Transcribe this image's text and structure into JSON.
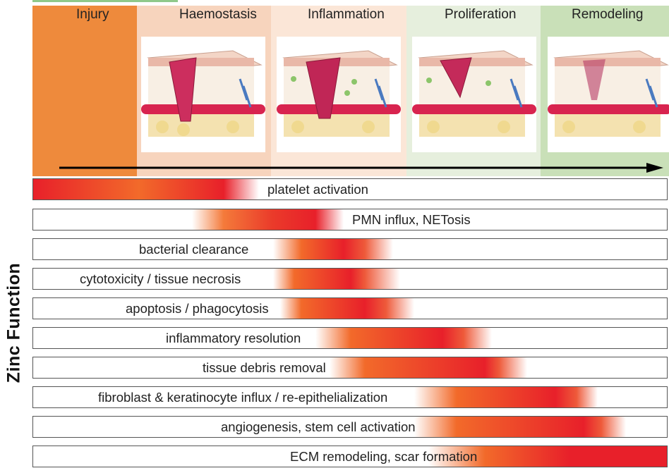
{
  "phases": [
    {
      "label": "Injury",
      "color": "#ee8a3c"
    },
    {
      "label": "Haemostasis",
      "color": "#f7d4bd"
    },
    {
      "label": "Inflammation",
      "color": "#fbe6d7"
    },
    {
      "label": "Proliferation",
      "color": "#e6efdd"
    },
    {
      "label": "Remodeling",
      "color": "#c9e0b8"
    }
  ],
  "y_axis_label": "Zinc Function",
  "functions": [
    {
      "label": "platelet activation"
    },
    {
      "label": "PMN influx, NETosis"
    },
    {
      "label": "bacterial clearance"
    },
    {
      "label": "cytotoxicity / tissue necrosis"
    },
    {
      "label": "apoptosis / phagocytosis"
    },
    {
      "label": "inflammatory resolution"
    },
    {
      "label": "tissue debris removal"
    },
    {
      "label": "fibroblast & keratinocyte influx / re-epithelialization"
    },
    {
      "label": "angiogenesis, stem cell activation"
    },
    {
      "label": "ECM remodeling, scar formation"
    }
  ],
  "colors": {
    "gradient_start": "#f26a2a",
    "gradient_peak": "#e8202a",
    "arrow": "#000000"
  }
}
